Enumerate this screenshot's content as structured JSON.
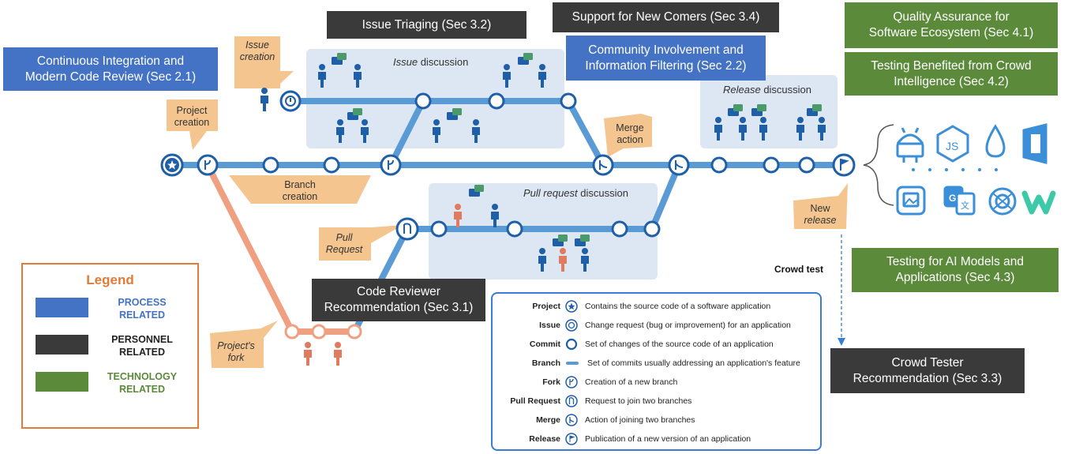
{
  "colors": {
    "process": "#4472c4",
    "personnel": "#3a3a3a",
    "technology": "#5a8a3a",
    "route": "#5b9bd5",
    "fork_route": "#f0a080",
    "panel": "#dde7f3",
    "callout": "#f4c58f",
    "legend_border": "#e07b39",
    "node_stroke": "#1e5fa8",
    "person": "#1e5fa8",
    "person_fork": "#e07b5f"
  },
  "labels": {
    "continuous_integration": "Continuous Integration and\nModern Code Review (Sec 2.1)",
    "issue_triaging": "Issue Triaging (Sec 3.2)",
    "support_newcomers": "Support for New Comers (Sec 3.4)",
    "community_involvement": "Community Involvement and\nInformation Filtering (Sec 2.2)",
    "quality_assurance": "Quality Assurance for\nSoftware Ecosystem (Sec 4.1)",
    "testing_crowd_intelligence": "Testing Benefited from Crowd\nIntelligence (Sec 4.2)",
    "code_reviewer_recommendation": "Code Reviewer\nRecommendation (Sec 3.1)",
    "testing_ai_models": "Testing for AI Models and\nApplications (Sec 4.3)",
    "crowd_tester_recommendation": "Crowd Tester\nRecommendation (Sec 3.3)",
    "crowd_test": "Crowd test"
  },
  "regions": {
    "issue_discussion_em": "Issue",
    "issue_discussion_rest": " discussion",
    "release_discussion_em": "Release",
    "release_discussion_rest": " discussion",
    "pull_request_discussion_em": "Pull request",
    "pull_request_discussion_rest": " discussion"
  },
  "callouts": {
    "issue_creation": "Issue\ncreation",
    "project_creation": "Project\ncreation",
    "branch_creation": "Branch\ncreation",
    "merge_action": "Merge\naction",
    "pull_request": "Pull\nRequest",
    "projects_fork": "Project's\nfork",
    "new_release_1": "New",
    "new_release_2": "release"
  },
  "legend": {
    "title": "Legend",
    "items": [
      {
        "label": "PROCESS\nRELATED",
        "color": "#4472c4"
      },
      {
        "label": "PERSONNEL\nRELATED",
        "color": "#3a3a3a"
      },
      {
        "label": "TECHNOLOGY\nRELATED",
        "color": "#5a8a3a"
      }
    ]
  },
  "key": [
    {
      "name": "Project",
      "symbol": "star-node-icon",
      "desc": "Contains the source code of a software application"
    },
    {
      "name": "Issue",
      "symbol": "issue-node-icon",
      "desc": "Change request (bug or improvement) for an application"
    },
    {
      "name": "Commit",
      "symbol": "commit-node-icon",
      "desc": "Set of changes of the source code of an application"
    },
    {
      "name": "Branch",
      "symbol": "branch-line-icon",
      "desc": "Set of commits usually addressing an application's feature"
    },
    {
      "name": "Fork",
      "symbol": "fork-node-icon",
      "desc": "Creation of a new branch"
    },
    {
      "name": "Pull Request",
      "symbol": "pull-request-node-icon",
      "desc": "Request to join two branches"
    },
    {
      "name": "Merge",
      "symbol": "merge-node-icon",
      "desc": "Action of joining two branches"
    },
    {
      "name": "Release",
      "symbol": "release-node-icon",
      "desc": "Publication of a new version of an application"
    }
  ],
  "app_icons": [
    "android-icon",
    "nodejs-icon",
    "drop-icon",
    "office-icon",
    "image-app-icon",
    "translate-icon",
    "openai-icon",
    "wordmark-icon"
  ]
}
